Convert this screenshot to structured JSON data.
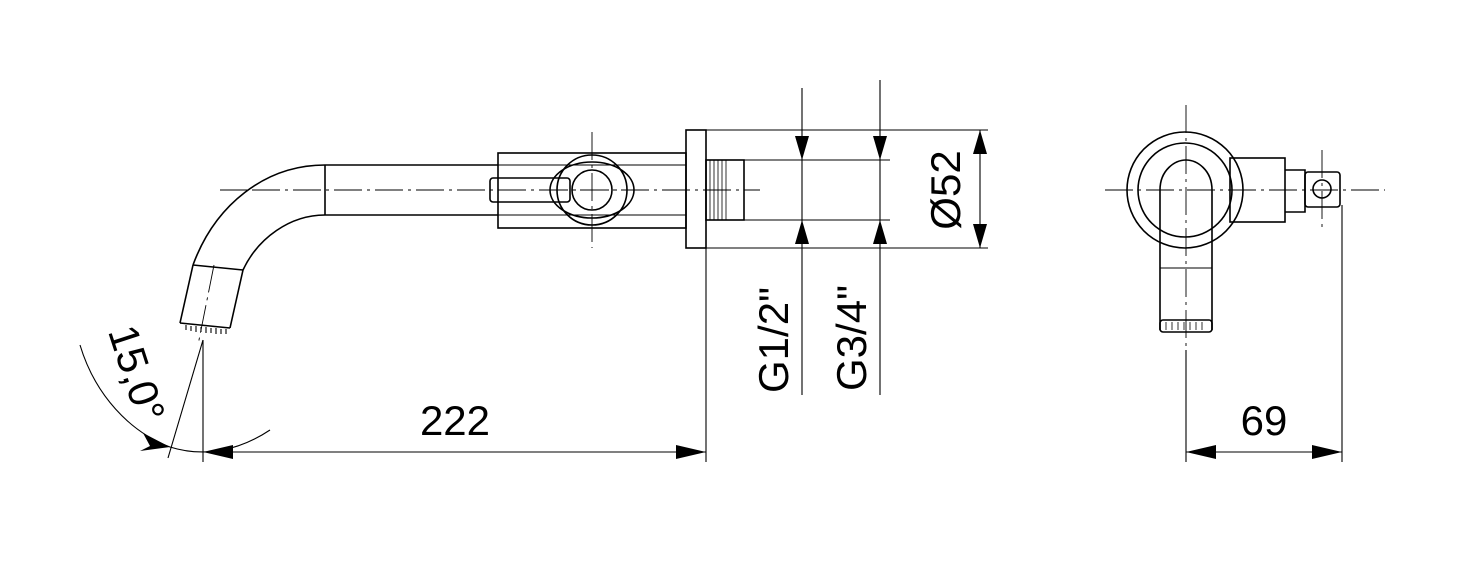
{
  "drawing": {
    "dimensions": {
      "length": "222",
      "depth": "69",
      "diameter": "Ø52",
      "thread_small": "G1/2\"",
      "thread_large": "G3/4\"",
      "angle": "15,0°"
    }
  }
}
